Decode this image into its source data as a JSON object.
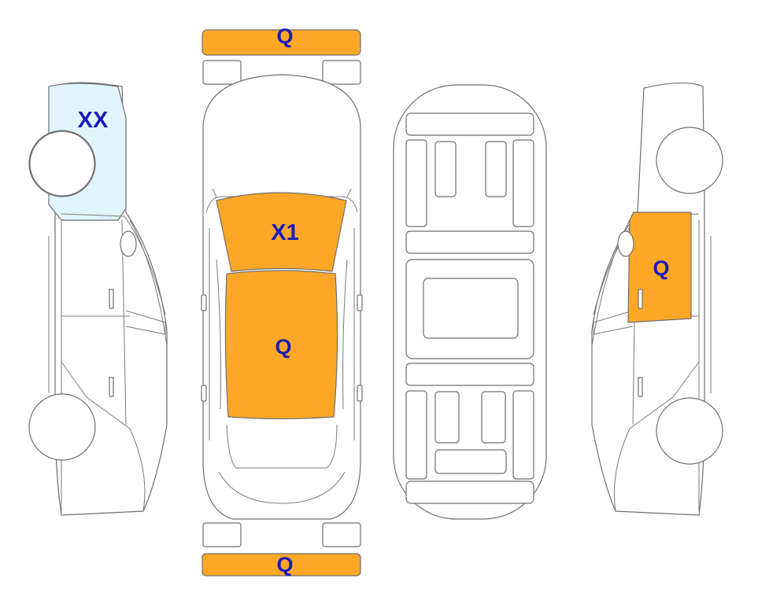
{
  "colors": {
    "panel_q": "#ffa726",
    "panel_xx": "#e1f5fe",
    "code_text": "#1a1ab8",
    "outline": "#6f6f6f"
  },
  "labels": {
    "front_bumper": "Q",
    "rear_bumper": "Q",
    "windshield": "X1",
    "roof": "Q",
    "left_front_fender": "XX",
    "right_rear_door": "Q"
  }
}
